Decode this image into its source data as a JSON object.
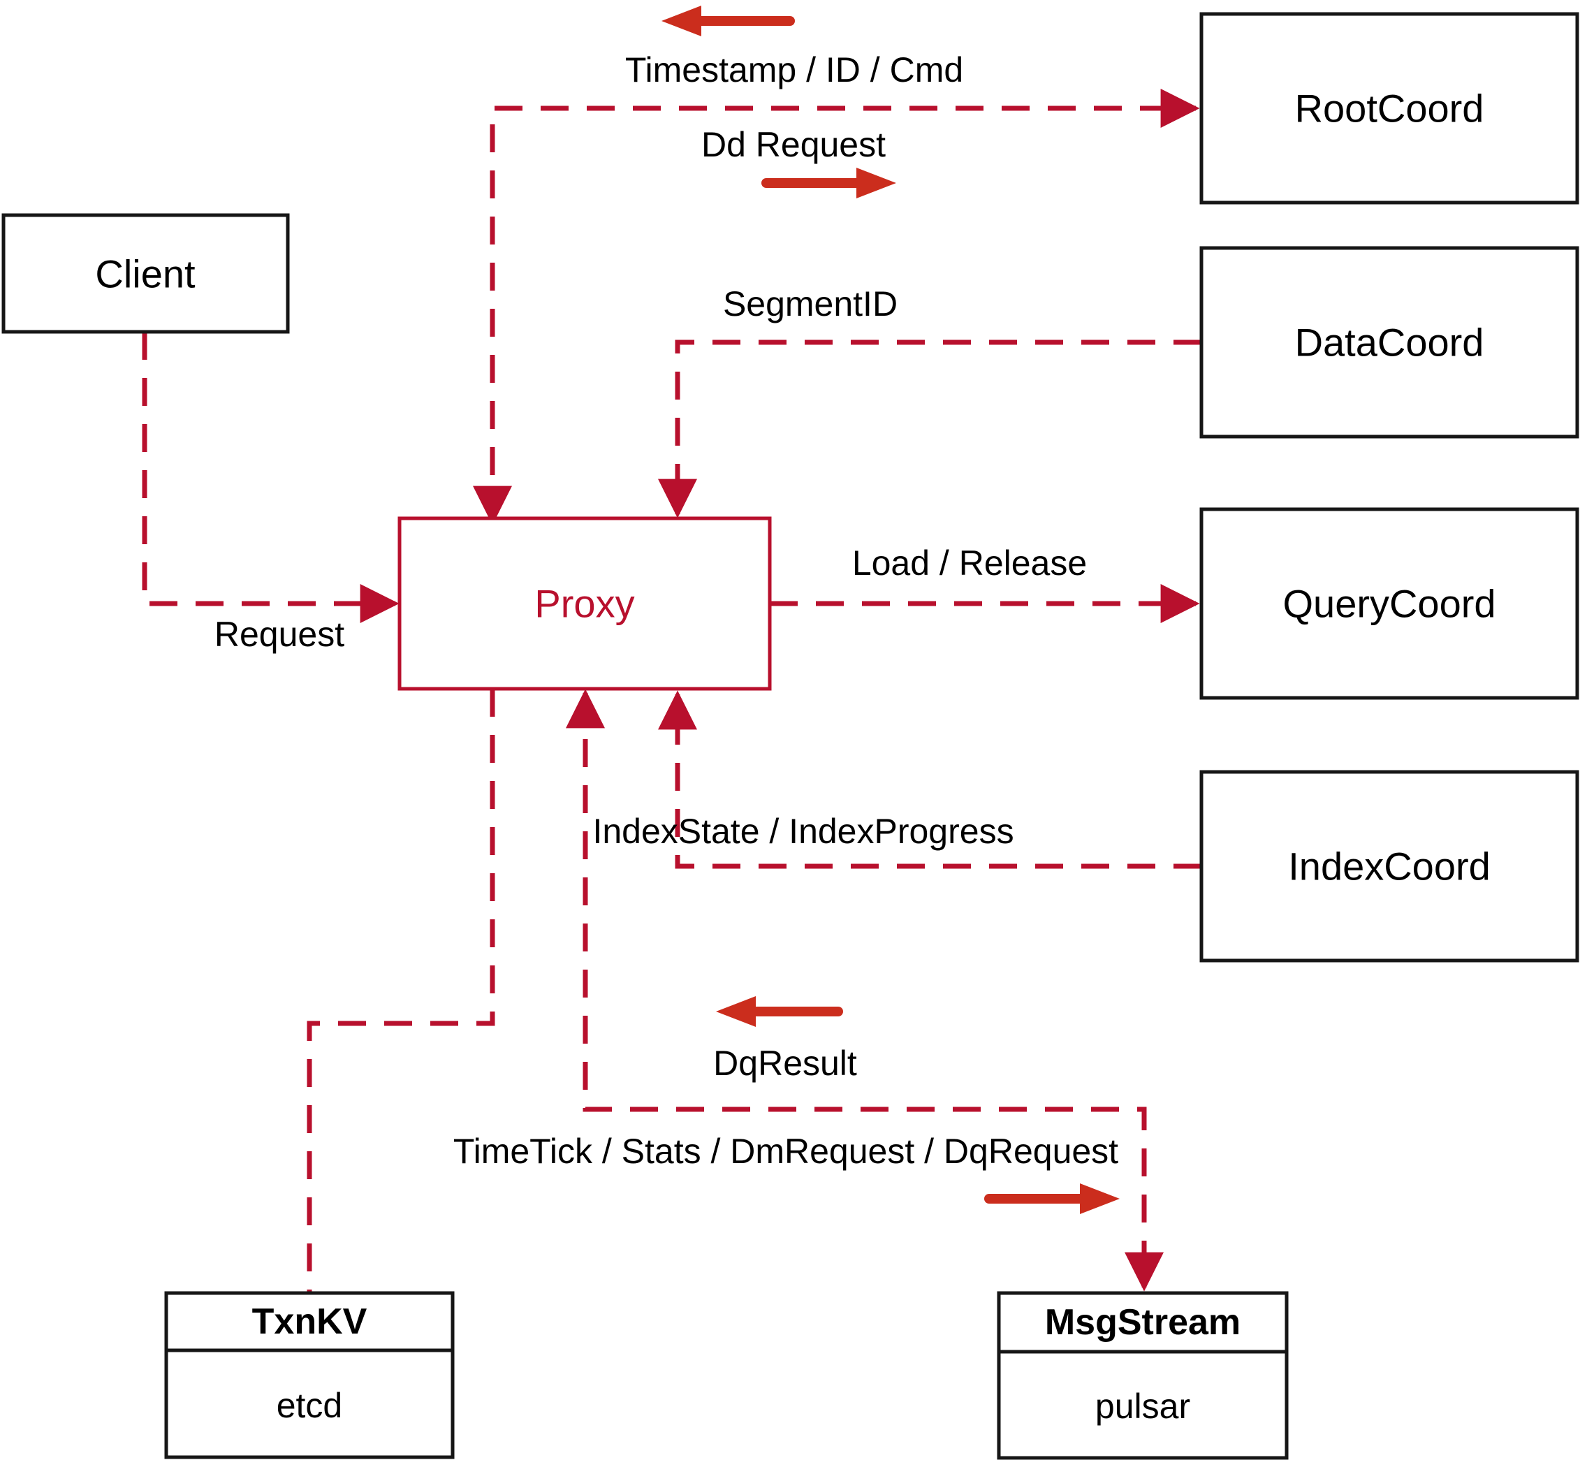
{
  "diagram": {
    "colors": {
      "dashed_red": "#b8102d",
      "solid_arrow_red": "#cb2d1d",
      "box_ink": "#161616"
    },
    "nodes": {
      "client": {
        "label": "Client"
      },
      "proxy": {
        "label": "Proxy"
      },
      "root_coord": {
        "label": "RootCoord"
      },
      "data_coord": {
        "label": "DataCoord"
      },
      "query_coord": {
        "label": "QueryCoord"
      },
      "index_coord": {
        "label": "IndexCoord"
      },
      "txn_kv": {
        "title": "TxnKV",
        "subtitle": "etcd"
      },
      "msg_stream": {
        "title": "MsgStream",
        "subtitle": "pulsar"
      }
    },
    "edge_labels": {
      "timestamp": "Timestamp / ID / Cmd",
      "dd_request": "Dd Request",
      "segment_id": "SegmentID",
      "request": "Request",
      "load_release": "Load / Release",
      "index_state": "IndexState / IndexProgress",
      "dq_result": "DqResult",
      "time_tick": "TimeTick / Stats / DmRequest / DqRequest"
    }
  }
}
